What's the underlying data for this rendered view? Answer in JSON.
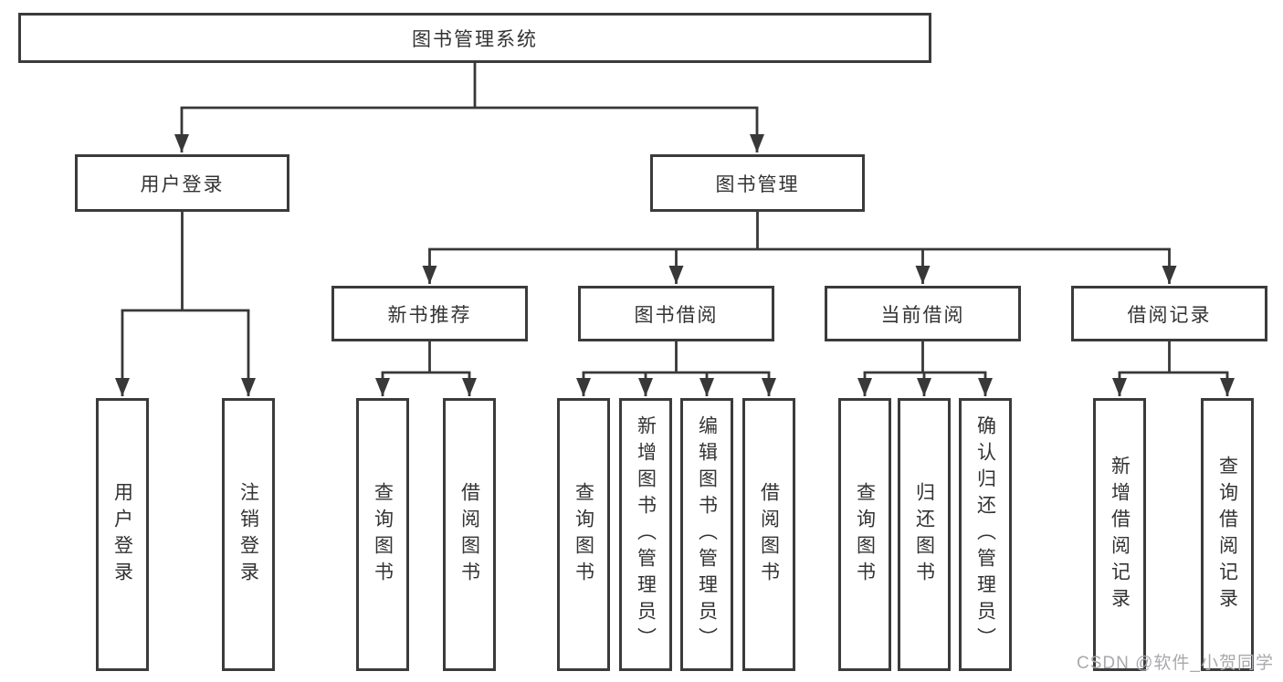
{
  "tree": {
    "label": "图书管理系统",
    "children": [
      {
        "label": "用户登录",
        "children": [
          {
            "label": "用户登录"
          },
          {
            "label": "注销登录"
          }
        ]
      },
      {
        "label": "图书管理",
        "children": [
          {
            "label": "新书推荐",
            "children": [
              {
                "label": "查询图书"
              },
              {
                "label": "借阅图书"
              }
            ]
          },
          {
            "label": "图书借阅",
            "children": [
              {
                "label": "查询图书"
              },
              {
                "label": "新增图书（管理员）"
              },
              {
                "label": "编辑图书（管理员）"
              },
              {
                "label": "借阅图书"
              }
            ]
          },
          {
            "label": "当前借阅",
            "children": [
              {
                "label": "查询图书"
              },
              {
                "label": "归还图书"
              },
              {
                "label": "确认归还（管理员）"
              }
            ]
          },
          {
            "label": "借阅记录",
            "children": [
              {
                "label": "新增借阅记录"
              },
              {
                "label": "查询借阅记录"
              }
            ]
          }
        ]
      }
    ]
  },
  "watermark": {
    "text": "CSDN @软件_小贺同学"
  },
  "colors": {
    "line": "#383838",
    "box_border": "#3b3b3b",
    "text": "#333333",
    "watermark": "#a9a9ad",
    "background": "#ffffff"
  }
}
